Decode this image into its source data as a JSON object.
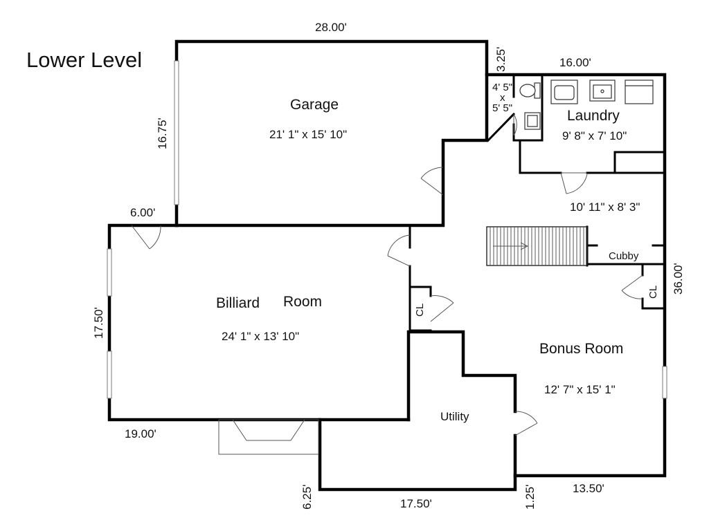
{
  "title": "Lower Level",
  "rooms": {
    "garage": {
      "name": "Garage",
      "size": "21' 1\" x 15' 10\""
    },
    "laundry": {
      "name": "Laundry",
      "size": "9' 8\" x 7' 10\""
    },
    "hall": {
      "size": "10' 11\" x 8' 3\""
    },
    "bath": {
      "w": "4' 5\"",
      "x": "x",
      "h": "5' 5\""
    },
    "cubby": {
      "name": "Cubby"
    },
    "billiard": {
      "name1": "Billiard",
      "name2": "Room",
      "size": "24' 1\" x 13' 10\""
    },
    "bonus": {
      "name": "Bonus Room",
      "size": "12' 7\" x 15' 1\""
    },
    "utility": {
      "name": "Utility"
    },
    "closet_left": {
      "name": "CL"
    },
    "closet_right": {
      "name": "CL"
    }
  },
  "dimensions": {
    "top": "28.00'",
    "notch": "3.25'",
    "laundry_top": "16.00'",
    "garage_side": "16.75'",
    "step": "6.00'",
    "billiard_side": "17.50'",
    "right_side": "36.00'",
    "billiard_bottom": "19.00'",
    "utility_side": "6.25'",
    "utility_bottom": "17.50'",
    "step_small": "1.25'",
    "bonus_bottom": "13.50'"
  }
}
